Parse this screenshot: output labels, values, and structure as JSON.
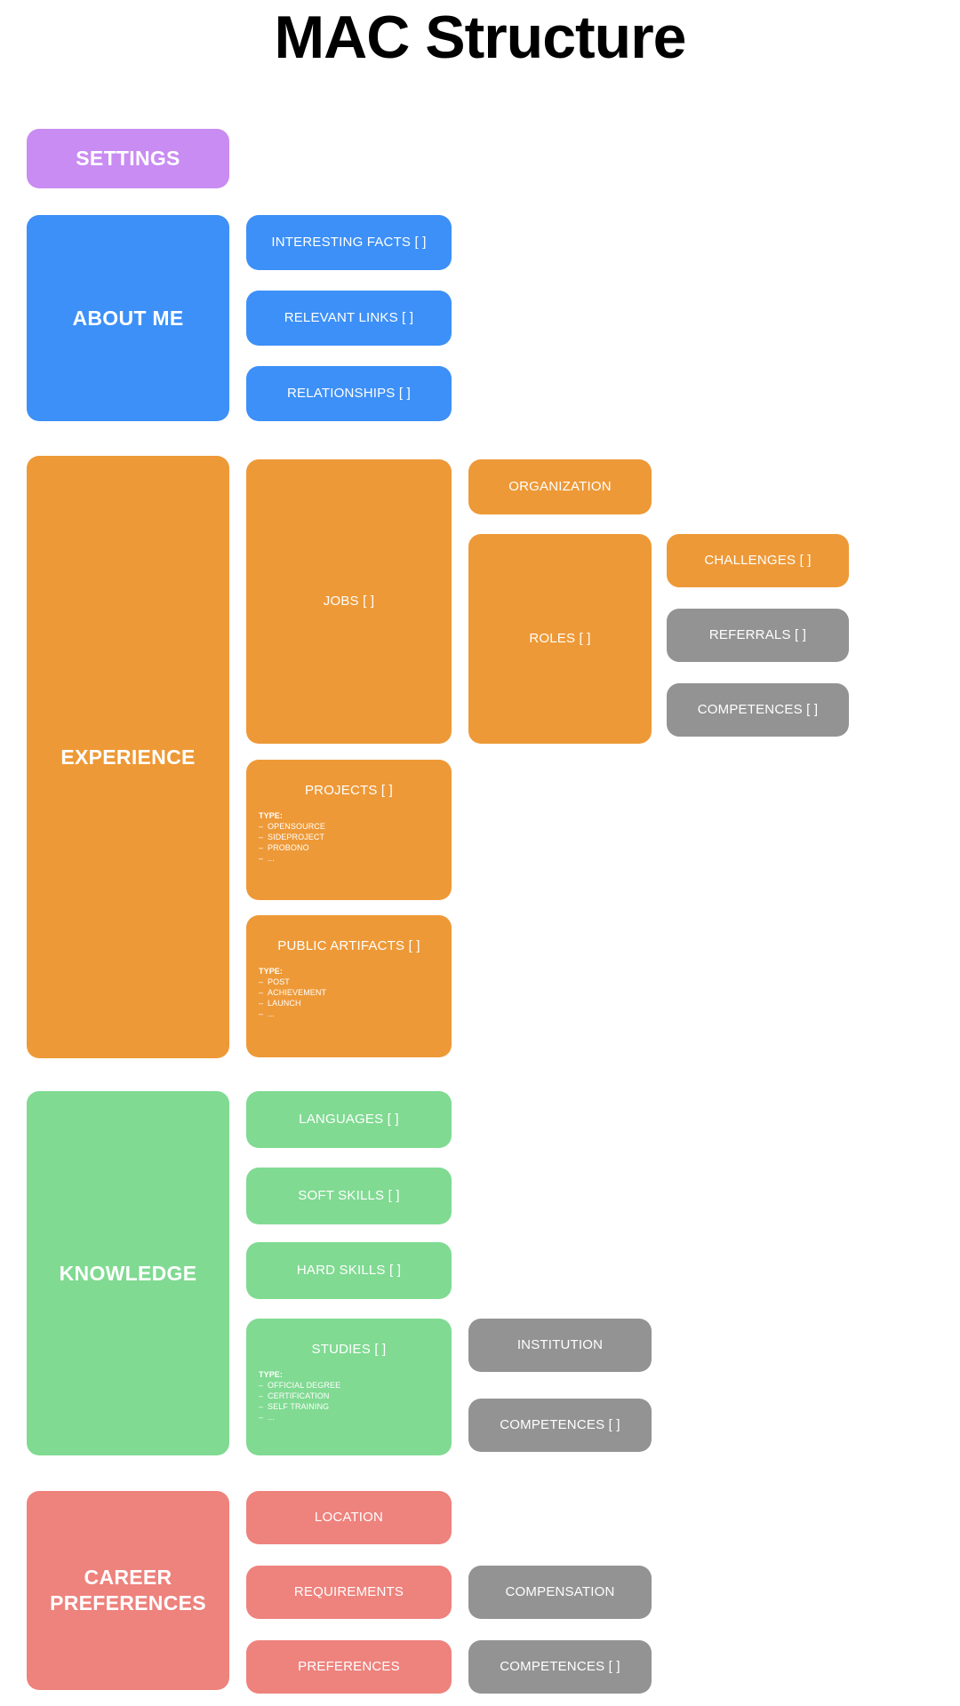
{
  "page": {
    "title": "MAC Structure",
    "background": "#ffffff"
  },
  "colors": {
    "purple": "#c98cf2",
    "blue": "#3d90f7",
    "orange": "#ee9937",
    "green": "#80da92",
    "salmon": "#ee827d",
    "gray": "#939393",
    "text_on_node": "#ffffff",
    "title_text": "#000000"
  },
  "sections": {
    "settings": {
      "label": "SETTINGS"
    },
    "about_me": {
      "label": "ABOUT ME",
      "children": [
        {
          "label": "INTERESTING FACTS [ ]"
        },
        {
          "label": "RELEVANT LINKS [ ]"
        },
        {
          "label": "RELATIONSHIPS [ ]"
        }
      ]
    },
    "experience": {
      "label": "EXPERIENCE",
      "jobs": {
        "label": "JOBS [ ]"
      },
      "organization": {
        "label": "ORGANIZATION"
      },
      "roles": {
        "label": "ROLES [ ]"
      },
      "challenges": {
        "label": "CHALLENGES [ ]"
      },
      "referrals": {
        "label": "REFERRALS [ ]"
      },
      "competences": {
        "label": "COMPETENCES [ ]"
      },
      "projects": {
        "label": "PROJECTS [ ]",
        "list_head": "TYPE:",
        "list": [
          "OPENSOURCE",
          "SIDEPROJECT",
          "PROBONO",
          "..."
        ]
      },
      "public_artifacts": {
        "label": "PUBLIC ARTIFACTS [ ]",
        "list_head": "TYPE:",
        "list": [
          "POST",
          "ACHIEVEMENT",
          "LAUNCH",
          "..."
        ]
      }
    },
    "knowledge": {
      "label": "KNOWLEDGE",
      "languages": {
        "label": "LANGUAGES [ ]"
      },
      "soft_skills": {
        "label": "SOFT SKILLS [ ]"
      },
      "hard_skills": {
        "label": "HARD SKILLS [ ]"
      },
      "studies": {
        "label": "STUDIES [ ]",
        "list_head": "TYPE:",
        "list": [
          "OFFICIAL DEGREE",
          "CERTIFICATION",
          "SELF TRAINING",
          "..."
        ]
      },
      "institution": {
        "label": "INSTITUTION"
      },
      "competences": {
        "label": "COMPETENCES [ ]"
      }
    },
    "career_preferences": {
      "label": "CAREER PREFERENCES",
      "location": {
        "label": "LOCATION"
      },
      "requirements": {
        "label": "REQUIREMENTS"
      },
      "preferences": {
        "label": "PREFERENCES"
      },
      "compensation": {
        "label": "COMPENSATION"
      },
      "competences": {
        "label": "COMPETENCES [ ]"
      }
    }
  }
}
